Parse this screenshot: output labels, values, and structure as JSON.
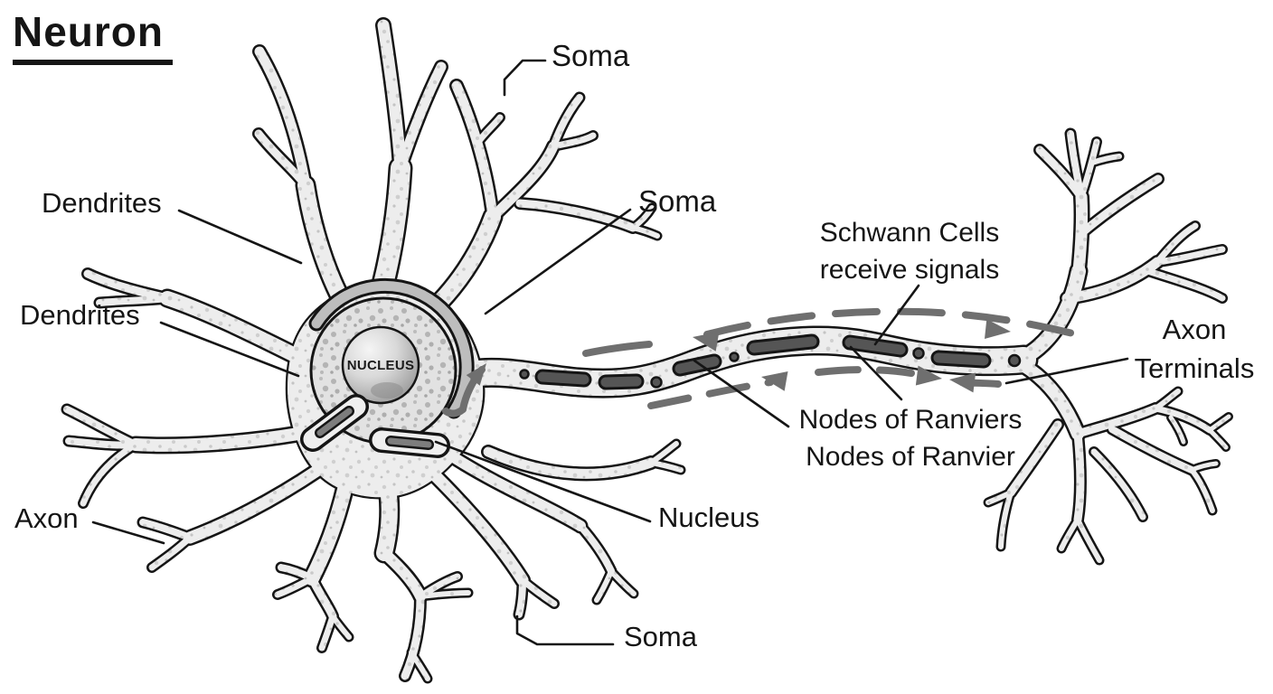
{
  "title": "Neuron",
  "diagram": {
    "labels": {
      "soma_top": "Soma",
      "dendrites_1": "Dendrites",
      "dendrites_2": "Dendrites",
      "soma_mid": "Soma",
      "schwann_line1": "Schwann Cells",
      "schwann_line2": "receive signals",
      "axon_terminals_line1": "Axon",
      "axon_terminals_line2": "Terminals",
      "nodes_line1": "Nodes of Ranviers",
      "nodes_line2": "Nodes of Ranvier",
      "nucleus": "Nucleus",
      "axon": "Axon",
      "soma_bottom": "Soma",
      "nucleus_inner": "NUCLEUS"
    },
    "colors": {
      "ink": "#151515",
      "cell_fill": "#ededed",
      "speckle": "#cfcfcf",
      "nucleus_fill": "#e2e2e2",
      "myelin": "#555555",
      "signal_arrow": "#6f6f6f",
      "crescent": "#bdbdbd",
      "background": "#ffffff"
    }
  }
}
